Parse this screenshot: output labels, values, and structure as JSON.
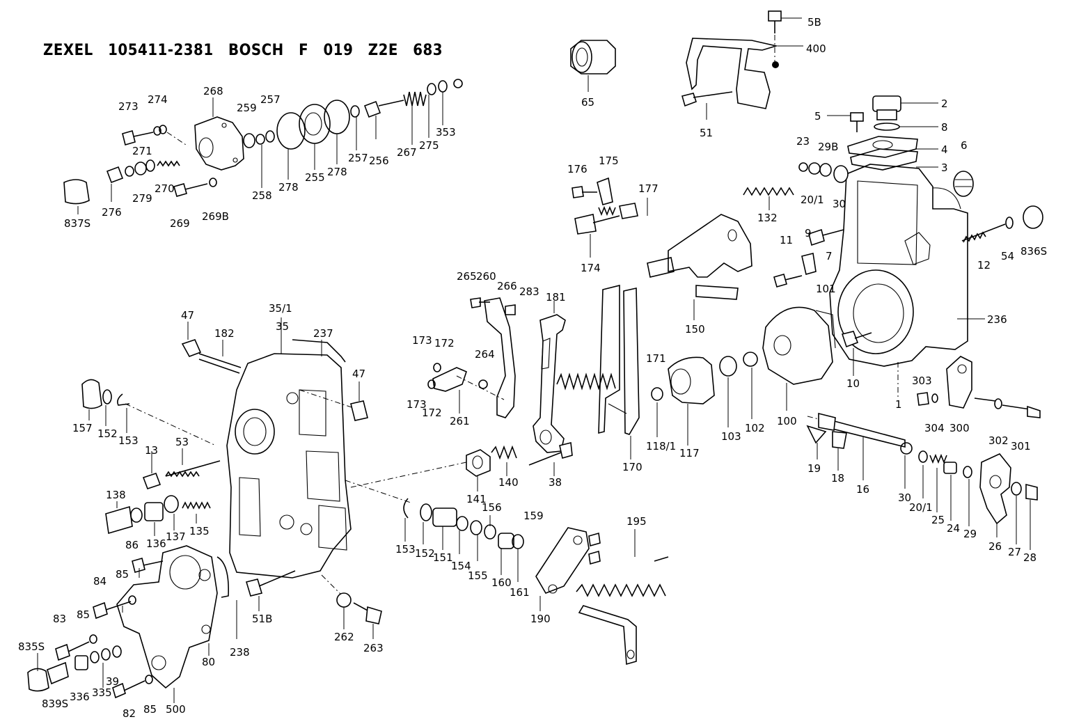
{
  "title": "ZEXEL  105411-2381  BOSCH  F 019 Z2E 683",
  "labels": {
    "l5B": "5B",
    "l400": "400",
    "l65": "65",
    "l2": "2",
    "l5": "5",
    "l8": "8",
    "l4": "4",
    "l3": "3",
    "l51": "51",
    "l23": "23",
    "l29B": "29B",
    "l6": "6",
    "l20_1a": "20/1",
    "l30a": "30",
    "l176": "176",
    "l175": "175",
    "l177": "177",
    "l174": "174",
    "l132": "132",
    "l9": "9",
    "l11": "11",
    "l7": "7",
    "l12": "12",
    "l54": "54",
    "l836S": "836S",
    "l150": "150",
    "l101": "101",
    "l236": "236",
    "l10": "10",
    "l1": "1",
    "l273": "273",
    "l274": "274",
    "l268": "268",
    "l259": "259",
    "l257a": "257",
    "l271": "271",
    "l279": "279",
    "l270": "270",
    "l269": "269",
    "l269B": "269B",
    "l276": "276",
    "l837S": "837S",
    "l258": "258",
    "l278a": "278",
    "l255": "255",
    "l278b": "278",
    "l257b": "257",
    "l256": "256",
    "l267": "267",
    "l275": "275",
    "l353": "353",
    "l265": "265",
    "l260": "260",
    "l266": "266",
    "l283": "283",
    "l181": "181",
    "l173a": "173",
    "l172a": "172",
    "l264": "264",
    "l173b": "173",
    "l172b": "172",
    "l261": "261",
    "l171": "171",
    "l47a": "47",
    "l182": "182",
    "l35_1": "35/1",
    "l35": "35",
    "l237": "237",
    "l47b": "47",
    "l157": "157",
    "l152a": "152",
    "l153a": "153",
    "l13": "13",
    "l53": "53",
    "l138": "138",
    "l136": "136",
    "l137": "137",
    "l135": "135",
    "l86": "86",
    "l84": "84",
    "l85a": "85",
    "l83": "83",
    "l85b": "85",
    "l835S": "835S",
    "l839S": "839S",
    "l336": "336",
    "l335": "335",
    "l39": "39",
    "l82": "82",
    "l85c": "85",
    "l500": "500",
    "l80": "80",
    "l238": "238",
    "l51B": "51B",
    "l262": "262",
    "l263": "263",
    "l141": "141",
    "l140": "140",
    "l38": "38",
    "l153b": "153",
    "l152b": "152",
    "l151": "151",
    "l154": "154",
    "l155": "155",
    "l156": "156",
    "l159": "159",
    "l160": "160",
    "l161": "161",
    "l190": "190",
    "l195": "195",
    "l170": "170",
    "l118_1": "118/1",
    "l117": "117",
    "l103": "103",
    "l102": "102",
    "l100": "100",
    "l303": "303",
    "l304": "304",
    "l300": "300",
    "l302": "302",
    "l301": "301",
    "l19": "19",
    "l18": "18",
    "l16": "16",
    "l30b": "30",
    "l20_1b": "20/1",
    "l25": "25",
    "l24": "24",
    "l29": "29",
    "l26": "26",
    "l27": "27",
    "l28": "28"
  }
}
